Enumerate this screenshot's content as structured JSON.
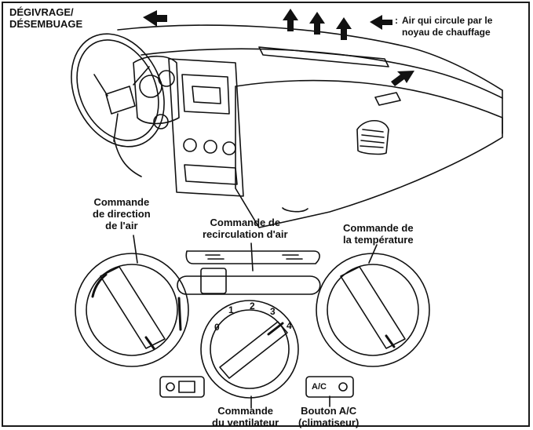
{
  "labels": {
    "defrost": [
      "DÉGIVRAGE/",
      "DÉSEMBUAGE"
    ],
    "heater_core": [
      "Air qui circule par le",
      "noyau de chauffage"
    ],
    "heater_core_marker": ":",
    "air_direction": [
      "Commande",
      "de direction",
      "de l'air"
    ],
    "recirculation": [
      "Commande de",
      "recirculation d'air"
    ],
    "temperature": [
      "Commande de",
      "la température"
    ],
    "fan": [
      "Commande",
      "du ventilateur"
    ],
    "ac_button": [
      "Bouton A/C",
      "(climatiseur)"
    ]
  },
  "fan_dial": {
    "speeds": [
      "0",
      "1",
      "2",
      "3",
      "4"
    ]
  },
  "ac_button_text": "A/C",
  "colors": {
    "line": "#111111",
    "background": "#ffffff"
  }
}
